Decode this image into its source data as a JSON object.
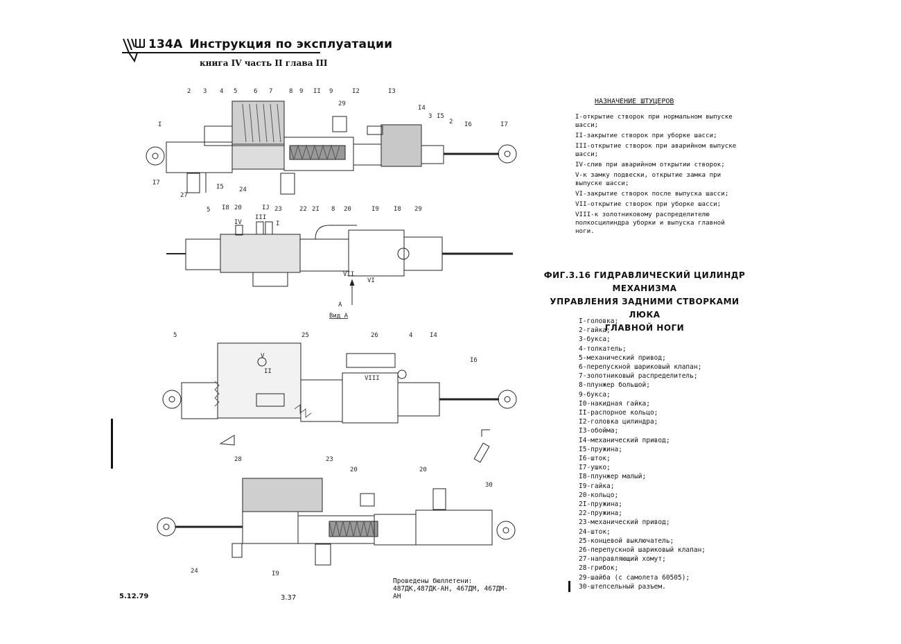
{
  "header": {
    "model": "134А",
    "title": "Инструкция по эксплуатации",
    "subtitle": "книга IV часть II глава III"
  },
  "fittings": {
    "title": "НАЗНАЧЕНИЕ ШТУЦЕРОВ",
    "items": [
      "I-открытие створок при нормальном выпуске шасси;",
      "II-закрытие створок при уборке шасси;",
      "III-открытие створок при аварийном выпуске шасси;",
      "IV-слив при аварийном открытии створок;",
      "V-к замку подвески, открытие замка при выпуске шасси;",
      "VI-закрытие створок после выпуска шасси;",
      "VII-открытие створок при уборке шасси;",
      "VIII-к золотниковому распределителю полкосцилиндра уборки и выпуска главной ноги."
    ]
  },
  "figure": {
    "line1": "ФИГ.3.16 ГИДРАВЛИЧЕСКИЙ ЦИЛИНДР МЕХАНИЗМА",
    "line2": "УПРАВЛЕНИЯ ЗАДНИМИ СТВОРКАМИ ЛЮКА",
    "line3": "ГЛАВНОЙ НОГИ"
  },
  "drawing_labels": {
    "view": "Вид А",
    "arrow": "А"
  },
  "parts": [
    "I-головка;",
    "2-гайка;",
    "3-букса;",
    "4-толкатель;",
    "5-механический привод;",
    "6-перепускной шариковый клапан;",
    "7-золотниковый распределитель;",
    "8-плунжер большой;",
    "9-букса;",
    "I0-накидная гайка;",
    "II-распорное кольцо;",
    "I2-головка цилиндра;",
    "I3-обойма;",
    "I4-механический привод;",
    "I5-пружина;",
    "I6-шток;",
    "I7-ушко;",
    "I8-плунжер малый;",
    "I9-гайка;",
    "20-кольцо;",
    "2I-пружина;",
    "22-пружина;",
    "23-механический привод;",
    "24-шток;",
    "25-концевой выключатель;",
    "26-перепускной шариковый клапан;",
    "27-направляющий хомут;",
    "28-грибок;",
    "29-шайба (с самолета 60505);",
    "30-штепсельный разъем."
  ],
  "footer": {
    "date": "5.12.79",
    "page": "3.37",
    "bulletin": "Проведены бюллетени: 487ДК,487ДК-АН, 467ДМ, 467ДМ-АН"
  }
}
